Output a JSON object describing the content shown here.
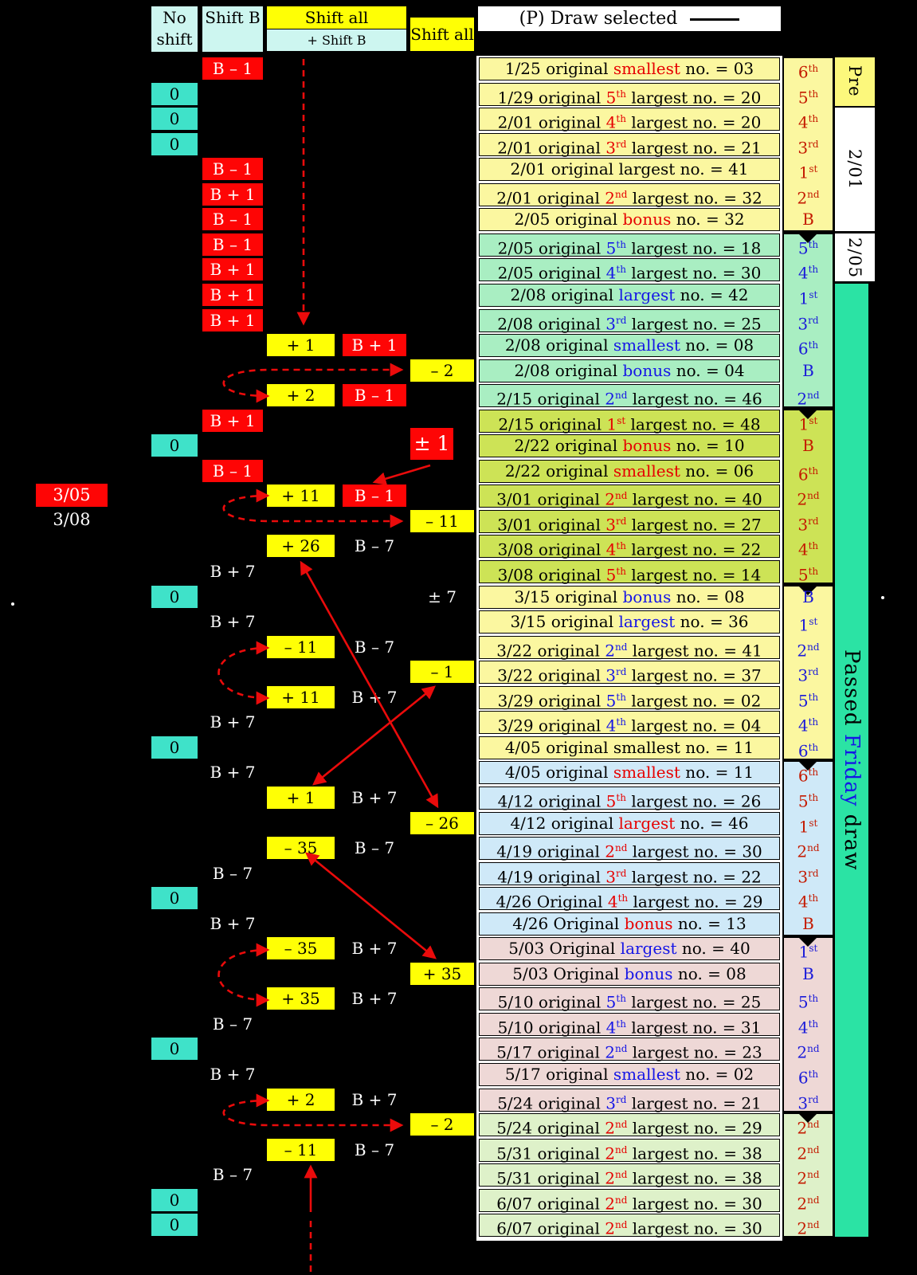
{
  "header": {
    "no_shift": "No shift",
    "shift_b": "Shift B",
    "shift_all_1": "Shift all",
    "shift_all_1_sub": "+ Shift B",
    "shift_all_2": "Shift all",
    "draw_selected": "(P) Draw selected"
  },
  "left_labels": {
    "date_red": "3/05",
    "date_white": "3/08"
  },
  "colors": {
    "red": "#fe0505",
    "yellow": "#ffff05",
    "turquoise": "#3fe2c9",
    "header_cyan": "#cdf6f0",
    "teal": "#2be3a4",
    "r": "#e60000",
    "b": "#1515e6"
  },
  "groups": [
    {
      "bg": "#fbf7a0",
      "rank": "#c41a00"
    },
    {
      "bg": "#a9eec2",
      "rank": "#1b1bd9"
    },
    {
      "bg": "#cde356",
      "rank": "#c41a00"
    },
    {
      "bg": "#fbf7a0",
      "rank": "#1b1bd9"
    },
    {
      "bg": "#cfe9f8",
      "rank": "#c41a00"
    },
    {
      "bg": "#eed8d6",
      "rank": "#1b1bd9"
    },
    {
      "bg": "#def1c9",
      "rank": "#c41a00"
    }
  ],
  "side_labels": [
    {
      "text": [
        {
          "t": "Pre"
        }
      ],
      "bg": "#fcf87c",
      "from": 1,
      "to": 2,
      "w": 50,
      "fs": 21
    },
    {
      "text": [
        {
          "t": "2/01"
        }
      ],
      "bg": "#ffffff",
      "from": 3,
      "to": 7,
      "w": 50,
      "fs": 21
    },
    {
      "text": [
        {
          "t": "2/05"
        }
      ],
      "bg": "#ffffff",
      "from": 8,
      "to": 9,
      "w": 50,
      "fs": 21
    },
    {
      "text": [
        {
          "t": "Passed "
        },
        {
          "t": "Friday",
          "c": "b"
        },
        {
          "t": " draw"
        }
      ],
      "bg": "#2be3a4",
      "from": 10,
      "to": 47,
      "w": 42,
      "fs": 26
    }
  ],
  "rows": [
    {
      "sb": {
        "t": "B – 1",
        "v": "red"
      },
      "m": [
        {
          "t": "1/25 original "
        },
        {
          "t": "smallest",
          "c": "r"
        },
        {
          "t": " no. = 03"
        }
      ],
      "rk": {
        "n": "6",
        "s": "th"
      },
      "g": 0
    },
    {
      "z": 1,
      "m": [
        {
          "t": "1/29 original "
        },
        {
          "t": "5",
          "c": "r"
        },
        {
          "t": "th",
          "c": "r",
          "s": 1
        },
        {
          "t": " largest no. = 20"
        }
      ],
      "rk": {
        "n": "5",
        "s": "th"
      },
      "g": 0
    },
    {
      "z": 1,
      "m": [
        {
          "t": "2/01 original "
        },
        {
          "t": "4",
          "c": "r"
        },
        {
          "t": "th",
          "c": "r",
          "s": 1
        },
        {
          "t": " largest no. = 20"
        }
      ],
      "rk": {
        "n": "4",
        "s": "th"
      },
      "g": 0
    },
    {
      "z": 1,
      "m": [
        {
          "t": "2/01 original "
        },
        {
          "t": "3",
          "c": "r"
        },
        {
          "t": "rd",
          "c": "r",
          "s": 1
        },
        {
          "t": " largest no. = 21"
        }
      ],
      "rk": {
        "n": "3",
        "s": "rd"
      },
      "g": 0
    },
    {
      "sb": {
        "t": "B – 1",
        "v": "red"
      },
      "m": [
        {
          "t": "2/01 original largest no. = 41"
        }
      ],
      "rk": {
        "n": "1",
        "s": "st"
      },
      "g": 0
    },
    {
      "sb": {
        "t": "B + 1",
        "v": "red"
      },
      "m": [
        {
          "t": "2/01 original "
        },
        {
          "t": "2",
          "c": "r"
        },
        {
          "t": "nd",
          "c": "r",
          "s": 1
        },
        {
          "t": " largest no. = 32"
        }
      ],
      "rk": {
        "n": "2",
        "s": "nd"
      },
      "g": 0
    },
    {
      "sb": {
        "t": "B – 1",
        "v": "red"
      },
      "m": [
        {
          "t": "2/05 original "
        },
        {
          "t": "bonus",
          "c": "r"
        },
        {
          "t": "  no. = 32"
        }
      ],
      "rk": {
        "n": "B"
      },
      "g": 0
    },
    {
      "sb": {
        "t": "B – 1",
        "v": "red"
      },
      "m": [
        {
          "t": "2/05 original "
        },
        {
          "t": "5",
          "c": "b"
        },
        {
          "t": "th",
          "c": "b",
          "s": 1
        },
        {
          "t": " largest no. = 18"
        }
      ],
      "rk": {
        "n": "5",
        "s": "th"
      },
      "g": 1
    },
    {
      "sb": {
        "t": "B + 1",
        "v": "red"
      },
      "m": [
        {
          "t": "2/05 original "
        },
        {
          "t": "4",
          "c": "b"
        },
        {
          "t": "th",
          "c": "b",
          "s": 1
        },
        {
          "t": " largest no. = 30"
        }
      ],
      "rk": {
        "n": "4",
        "s": "th"
      },
      "g": 1
    },
    {
      "sb": {
        "t": "B + 1",
        "v": "red"
      },
      "m": [
        {
          "t": "2/08 original "
        },
        {
          "t": "largest",
          "c": "b"
        },
        {
          "t": " no. = 42"
        }
      ],
      "rk": {
        "n": "1",
        "s": "st"
      },
      "g": 1
    },
    {
      "sb": {
        "t": "B + 1",
        "v": "red"
      },
      "m": [
        {
          "t": "2/08 original "
        },
        {
          "t": "3",
          "c": "b"
        },
        {
          "t": "rd",
          "c": "b",
          "s": 1
        },
        {
          "t": " largest no. = 25"
        }
      ],
      "rk": {
        "n": "3",
        "s": "rd"
      },
      "g": 1
    },
    {
      "a1": "+ 1",
      "a1b": {
        "t": "B + 1",
        "v": "red"
      },
      "m": [
        {
          "t": "2/08 original "
        },
        {
          "t": "smallest",
          "c": "b"
        },
        {
          "t": " no. = 08"
        }
      ],
      "rk": {
        "n": "6",
        "s": "th"
      },
      "g": 1
    },
    {
      "a2": {
        "t": "– 2",
        "v": "y"
      },
      "m": [
        {
          "t": "2/08 original "
        },
        {
          "t": "bonus",
          "c": "b"
        },
        {
          "t": " no. = 04"
        }
      ],
      "rk": {
        "n": "B"
      },
      "g": 1
    },
    {
      "a1": "+ 2",
      "a1b": {
        "t": "B – 1",
        "v": "red"
      },
      "m": [
        {
          "t": "2/15 original "
        },
        {
          "t": "2",
          "c": "b"
        },
        {
          "t": "nd",
          "c": "b",
          "s": 1
        },
        {
          "t": " largest  no. = 46"
        }
      ],
      "rk": {
        "n": "2",
        "s": "nd"
      },
      "g": 1
    },
    {
      "sb": {
        "t": "B + 1",
        "v": "red"
      },
      "m": [
        {
          "t": "2/15 original "
        },
        {
          "t": "1",
          "c": "r"
        },
        {
          "t": "st",
          "c": "r",
          "s": 1
        },
        {
          "t": " largest  no. = 48"
        }
      ],
      "rk": {
        "n": "1",
        "s": "st"
      },
      "g": 2
    },
    {
      "z": 1,
      "a2": {
        "t": "± 1",
        "v": "red"
      },
      "m": [
        {
          "t": "2/22 original "
        },
        {
          "t": "bonus",
          "c": "r"
        },
        {
          "t": " no. = 10"
        }
      ],
      "rk": {
        "n": "B"
      },
      "g": 2
    },
    {
      "sb": {
        "t": "B – 1",
        "v": "red"
      },
      "m": [
        {
          "t": "2/22 original "
        },
        {
          "t": "smallest",
          "c": "r"
        },
        {
          "t": " no. = 06"
        }
      ],
      "rk": {
        "n": "6",
        "s": "th"
      },
      "g": 2
    },
    {
      "a1": "+ 11",
      "a1b": {
        "t": "B – 1",
        "v": "red"
      },
      "m": [
        {
          "t": "3/01 original "
        },
        {
          "t": "2",
          "c": "r"
        },
        {
          "t": "nd",
          "c": "r",
          "s": 1
        },
        {
          "t": "  largest no. = 40"
        }
      ],
      "rk": {
        "n": "2",
        "s": "nd"
      },
      "g": 2
    },
    {
      "a2": {
        "t": "– 11",
        "v": "y"
      },
      "m": [
        {
          "t": "3/01 original "
        },
        {
          "t": "3",
          "c": "r"
        },
        {
          "t": "rd",
          "c": "r",
          "s": 1
        },
        {
          "t": "  largest no. = 27"
        }
      ],
      "rk": {
        "n": "3",
        "s": "rd"
      },
      "g": 2
    },
    {
      "a1": "+ 26",
      "a1b": {
        "t": "B – 7",
        "v": "plain"
      },
      "m": [
        {
          "t": "3/08 original "
        },
        {
          "t": "4",
          "c": "r"
        },
        {
          "t": "th",
          "c": "r",
          "s": 1
        },
        {
          "t": "  largest no. = 22"
        }
      ],
      "rk": {
        "n": "4",
        "s": "th"
      },
      "g": 2
    },
    {
      "sb": {
        "t": "B + 7",
        "v": "plain"
      },
      "m": [
        {
          "t": "3/08 original "
        },
        {
          "t": "5",
          "c": "r"
        },
        {
          "t": "th",
          "c": "r",
          "s": 1
        },
        {
          "t": "  largest no. = 14"
        }
      ],
      "rk": {
        "n": "5",
        "s": "th"
      },
      "g": 2
    },
    {
      "z": 1,
      "a2": {
        "t": "± 7",
        "v": "plain"
      },
      "m": [
        {
          "t": "3/15 original "
        },
        {
          "t": "bonus",
          "c": "b"
        },
        {
          "t": " no. = 08"
        }
      ],
      "rk": {
        "n": "B"
      },
      "g": 3
    },
    {
      "sb": {
        "t": "B + 7",
        "v": "plain"
      },
      "m": [
        {
          "t": "3/15 original "
        },
        {
          "t": "largest",
          "c": "b"
        },
        {
          "t": " no. = 36"
        }
      ],
      "rk": {
        "n": "1",
        "s": "st"
      },
      "g": 3
    },
    {
      "a1": "– 11",
      "a1b": {
        "t": "B – 7",
        "v": "plain"
      },
      "m": [
        {
          "t": "3/22 original "
        },
        {
          "t": "2",
          "c": "b"
        },
        {
          "t": "nd",
          "c": "b",
          "s": 1
        },
        {
          "t": " largest no. = 41"
        }
      ],
      "rk": {
        "n": "2",
        "s": "nd"
      },
      "g": 3
    },
    {
      "a2": {
        "t": "– 1",
        "v": "y"
      },
      "m": [
        {
          "t": "3/22 original "
        },
        {
          "t": "3",
          "c": "b"
        },
        {
          "t": "rd",
          "c": "b",
          "s": 1
        },
        {
          "t": " largest no. = 37"
        }
      ],
      "rk": {
        "n": "3",
        "s": "rd"
      },
      "g": 3
    },
    {
      "a1": "+ 11",
      "a1b": {
        "t": "B + 7",
        "v": "plain"
      },
      "m": [
        {
          "t": "3/29 original "
        },
        {
          "t": "5",
          "c": "b"
        },
        {
          "t": "th",
          "c": "b",
          "s": 1
        },
        {
          "t": " largest no. = 02"
        }
      ],
      "rk": {
        "n": "5",
        "s": "th"
      },
      "g": 3
    },
    {
      "sb": {
        "t": "B + 7",
        "v": "plain"
      },
      "m": [
        {
          "t": "3/29 original "
        },
        {
          "t": "4",
          "c": "b"
        },
        {
          "t": "th",
          "c": "b",
          "s": 1
        },
        {
          "t": " largest no. = 04"
        }
      ],
      "rk": {
        "n": "4",
        "s": "th"
      },
      "g": 3
    },
    {
      "z": 1,
      "m": [
        {
          "t": "4/05 original smallest no. = 11"
        }
      ],
      "rk": {
        "n": "6",
        "s": "th"
      },
      "g": 3
    },
    {
      "sb": {
        "t": "B + 7",
        "v": "plain"
      },
      "m": [
        {
          "t": "4/05 original "
        },
        {
          "t": "smallest",
          "c": "r"
        },
        {
          "t": " no. = 11"
        }
      ],
      "rk": {
        "n": "6",
        "s": "th"
      },
      "g": 4
    },
    {
      "a1": "+ 1",
      "a1b": {
        "t": "B + 7",
        "v": "plain"
      },
      "m": [
        {
          "t": "4/12 original "
        },
        {
          "t": "5",
          "c": "r"
        },
        {
          "t": "th",
          "c": "r",
          "s": 1
        },
        {
          "t": " largest no. = 26"
        }
      ],
      "rk": {
        "n": "5",
        "s": "th"
      },
      "g": 4
    },
    {
      "a2": {
        "t": "– 26",
        "v": "y"
      },
      "m": [
        {
          "t": "4/12 original "
        },
        {
          "t": "largest",
          "c": "r"
        },
        {
          "t": " no. = 46"
        }
      ],
      "rk": {
        "n": "1",
        "s": "st"
      },
      "g": 4
    },
    {
      "a1": "– 35",
      "a1b": {
        "t": "B – 7",
        "v": "plain"
      },
      "m": [
        {
          "t": "4/19 original "
        },
        {
          "t": "2",
          "c": "r"
        },
        {
          "t": "nd",
          "c": "r",
          "s": 1
        },
        {
          "t": "  largest no. = 30"
        }
      ],
      "rk": {
        "n": "2",
        "s": "nd"
      },
      "g": 4
    },
    {
      "sb": {
        "t": "B – 7",
        "v": "plain"
      },
      "m": [
        {
          "t": "4/19 original "
        },
        {
          "t": "3",
          "c": "r"
        },
        {
          "t": "rd",
          "c": "r",
          "s": 1
        },
        {
          "t": "  largest no. = 22"
        }
      ],
      "rk": {
        "n": "3",
        "s": "rd"
      },
      "g": 4
    },
    {
      "z": 1,
      "m": [
        {
          "t": "4/26 Original "
        },
        {
          "t": "4",
          "c": "r"
        },
        {
          "t": "th",
          "c": "r",
          "s": 1
        },
        {
          "t": " largest no. = 29"
        }
      ],
      "rk": {
        "n": "4",
        "s": "th"
      },
      "g": 4
    },
    {
      "sb": {
        "t": "B + 7",
        "v": "plain"
      },
      "m": [
        {
          "t": "4/26 Original "
        },
        {
          "t": "bonus",
          "c": "r"
        },
        {
          "t": " no. = 13"
        }
      ],
      "rk": {
        "n": "B"
      },
      "g": 4
    },
    {
      "a1": "– 35",
      "a1b": {
        "t": "B + 7",
        "v": "plain"
      },
      "m": [
        {
          "t": "5/03 Original "
        },
        {
          "t": "largest",
          "c": "b"
        },
        {
          "t": " no.  = 40"
        }
      ],
      "rk": {
        "n": "1",
        "s": "st"
      },
      "g": 5
    },
    {
      "a2": {
        "t": "+ 35",
        "v": "y"
      },
      "m": [
        {
          "t": "5/03 Original "
        },
        {
          "t": "bonus",
          "c": "b"
        },
        {
          "t": " no.  = 08"
        }
      ],
      "rk": {
        "n": "B"
      },
      "g": 5
    },
    {
      "a1": "+ 35",
      "a1b": {
        "t": "B + 7",
        "v": "plain"
      },
      "m": [
        {
          "t": "5/10 original "
        },
        {
          "t": "5",
          "c": "b"
        },
        {
          "t": "th",
          "c": "b",
          "s": 1
        },
        {
          "t": " largest no. = 25"
        }
      ],
      "rk": {
        "n": "5",
        "s": "th"
      },
      "g": 5
    },
    {
      "sb": {
        "t": "B – 7",
        "v": "plain"
      },
      "m": [
        {
          "t": "5/10 original "
        },
        {
          "t": "4",
          "c": "b"
        },
        {
          "t": "th",
          "c": "b",
          "s": 1
        },
        {
          "t": " largest no. = 31"
        }
      ],
      "rk": {
        "n": "4",
        "s": "th"
      },
      "g": 5
    },
    {
      "z": 1,
      "m": [
        {
          "t": "5/17 original "
        },
        {
          "t": "2",
          "c": "b"
        },
        {
          "t": "nd",
          "c": "b",
          "s": 1
        },
        {
          "t": "  largest no. = 23"
        }
      ],
      "rk": {
        "n": "2",
        "s": "nd"
      },
      "g": 5
    },
    {
      "sb": {
        "t": "B + 7",
        "v": "plain"
      },
      "m": [
        {
          "t": "5/17 original "
        },
        {
          "t": "smallest",
          "c": "b"
        },
        {
          "t": " no. = 02"
        }
      ],
      "rk": {
        "n": "6",
        "s": "th"
      },
      "g": 5
    },
    {
      "a1": "+ 2",
      "a1b": {
        "t": "B + 7",
        "v": "plain"
      },
      "m": [
        {
          "t": "5/24 original "
        },
        {
          "t": "3",
          "c": "b"
        },
        {
          "t": "rd",
          "c": "b",
          "s": 1
        },
        {
          "t": "  largest no. = 21"
        }
      ],
      "rk": {
        "n": "3",
        "s": "rd"
      },
      "g": 5
    },
    {
      "a2": {
        "t": "– 2",
        "v": "y"
      },
      "m": [
        {
          "t": "5/24 original "
        },
        {
          "t": "2",
          "c": "r"
        },
        {
          "t": "nd",
          "c": "r",
          "s": 1
        },
        {
          "t": " largest no. = 29"
        }
      ],
      "rk": {
        "n": "2",
        "s": "nd"
      },
      "g": 6
    },
    {
      "a1": "– 11",
      "a1b": {
        "t": "B – 7",
        "v": "plain"
      },
      "m": [
        {
          "t": "5/31 original "
        },
        {
          "t": "2",
          "c": "r"
        },
        {
          "t": "nd",
          "c": "r",
          "s": 1
        },
        {
          "t": " largest no. = 38"
        }
      ],
      "rk": {
        "n": "2",
        "s": "nd"
      },
      "g": 6
    },
    {
      "sb": {
        "t": "B – 7",
        "v": "plain"
      },
      "m": [
        {
          "t": "5/31 original "
        },
        {
          "t": "2",
          "c": "r"
        },
        {
          "t": "nd",
          "c": "r",
          "s": 1
        },
        {
          "t": " largest no. = 38"
        }
      ],
      "rk": {
        "n": "2",
        "s": "nd"
      },
      "g": 6
    },
    {
      "z": 1,
      "m": [
        {
          "t": "6/07 original "
        },
        {
          "t": "2",
          "c": "r"
        },
        {
          "t": "nd",
          "c": "r",
          "s": 1
        },
        {
          "t": " largest no. = 30"
        }
      ],
      "rk": {
        "n": "2",
        "s": "nd"
      },
      "g": 6
    },
    {
      "z": 1,
      "m": [
        {
          "t": "6/07 original "
        },
        {
          "t": "2",
          "c": "r"
        },
        {
          "t": "nd",
          "c": "r",
          "s": 1
        },
        {
          "t": " largest no. = 30"
        }
      ],
      "rk": {
        "n": "2",
        "s": "nd"
      },
      "g": 6
    }
  ]
}
